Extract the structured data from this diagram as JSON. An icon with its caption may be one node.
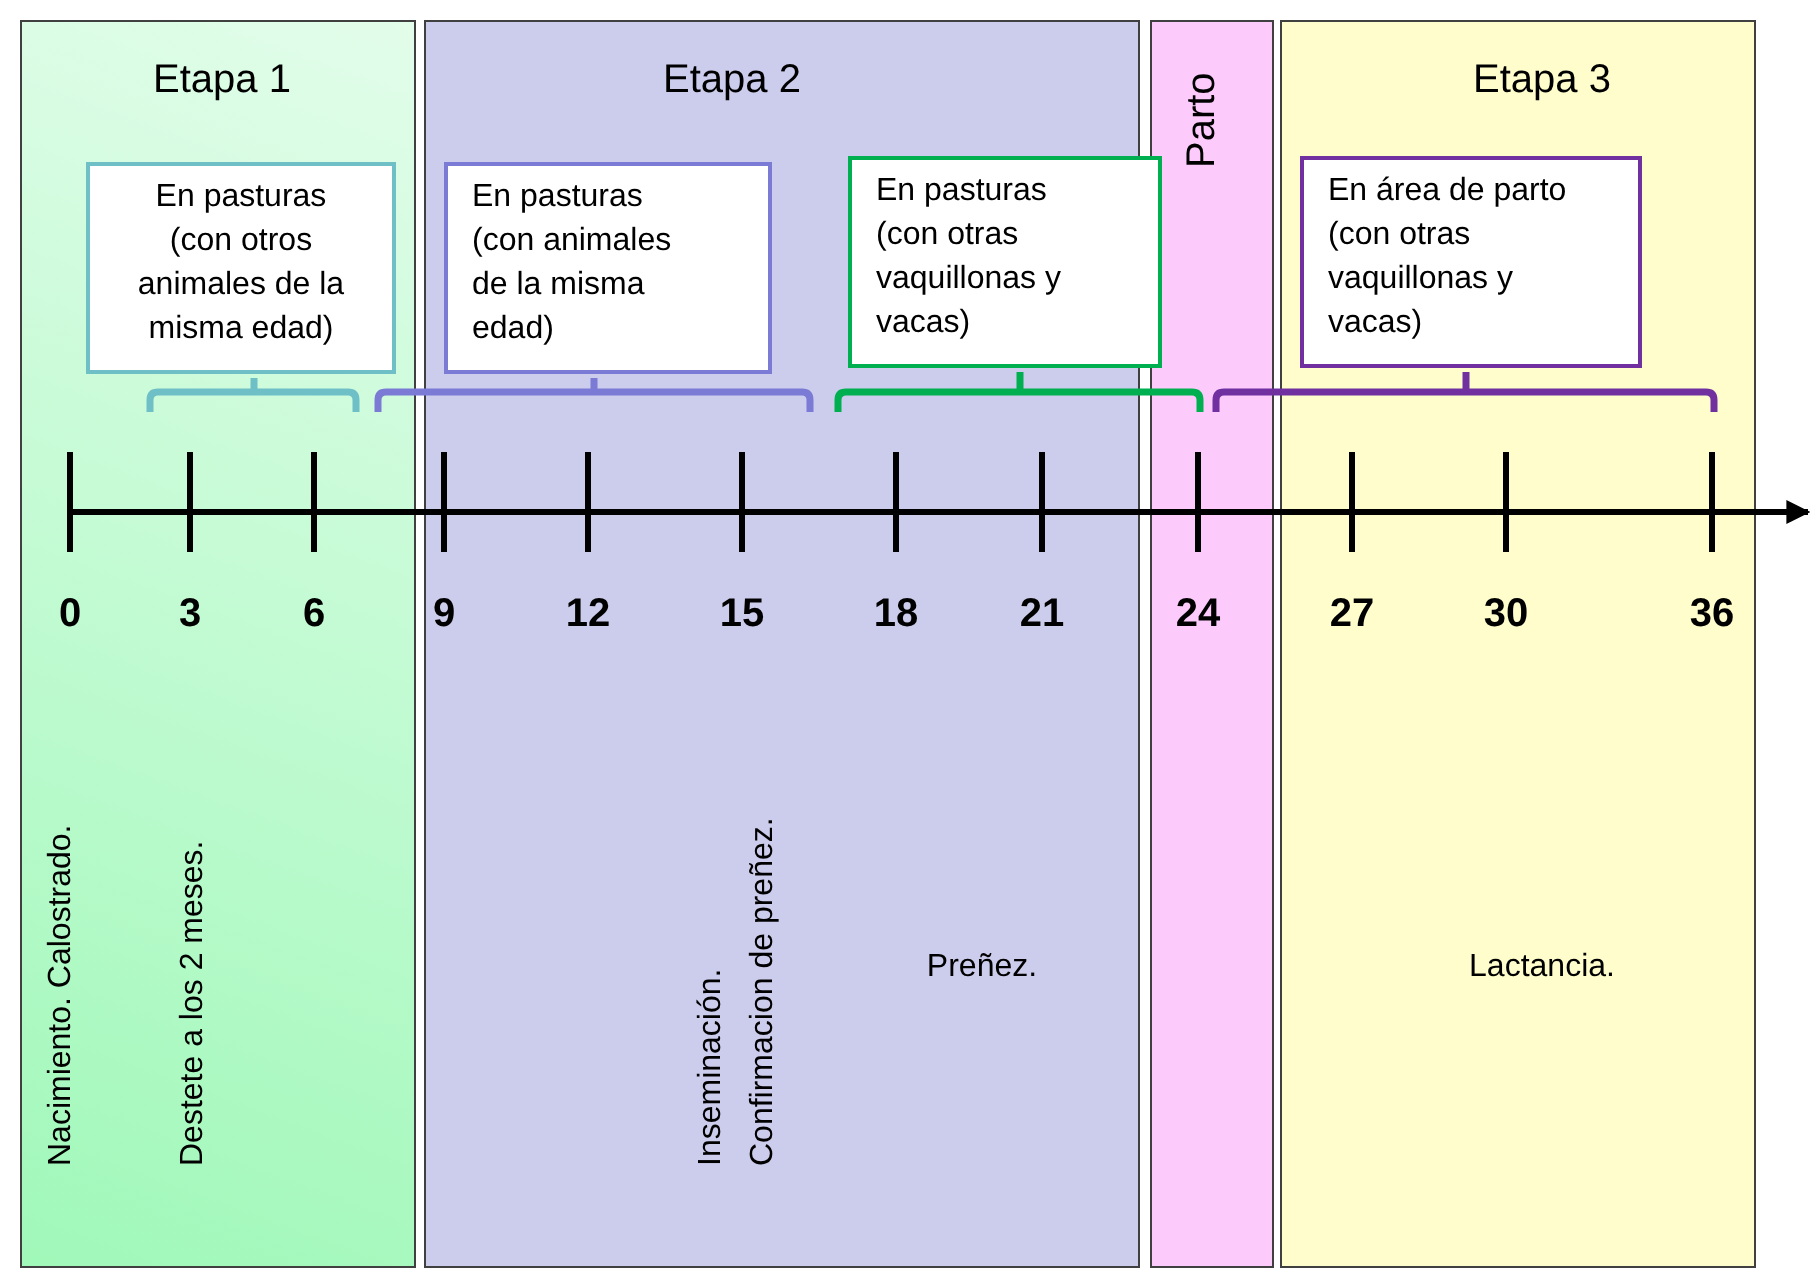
{
  "diagram": {
    "nodes": [
      {
        "text": [
          "Etapa 1",
          "Nacimiento. Calostrado.",
          "Destete a los 2 meses."
        ]
      },
      {
        "text": [
          "Etapa 2",
          "Inseminación. Confirmacion de preñez.",
          "Preñez."
        ]
      },
      {
        "text": [
          "Parto"
        ]
      },
      {
        "text": [
          "Etapa 3",
          "Lactancia."
        ]
      },
      {
        "text": [
          "En pasturas (con otros animales de la misma edad)"
        ],
        "in": 0
      },
      {
        "text": [
          "En pasturas (con animales de la misma edad)"
        ],
        "in": 1
      },
      {
        "text": [
          "En pasturas (con otras vaquillonas y vacas)"
        ]
      },
      {
        "text": [
          "En área de parto (con otras vaquillonas y vacas)"
        ],
        "in": 3
      }
    ],
    "labels": [
      "0",
      "3",
      "6",
      "9",
      "12",
      "15",
      "18",
      "21",
      "24",
      "27",
      "30",
      "36"
    ]
  }
}
